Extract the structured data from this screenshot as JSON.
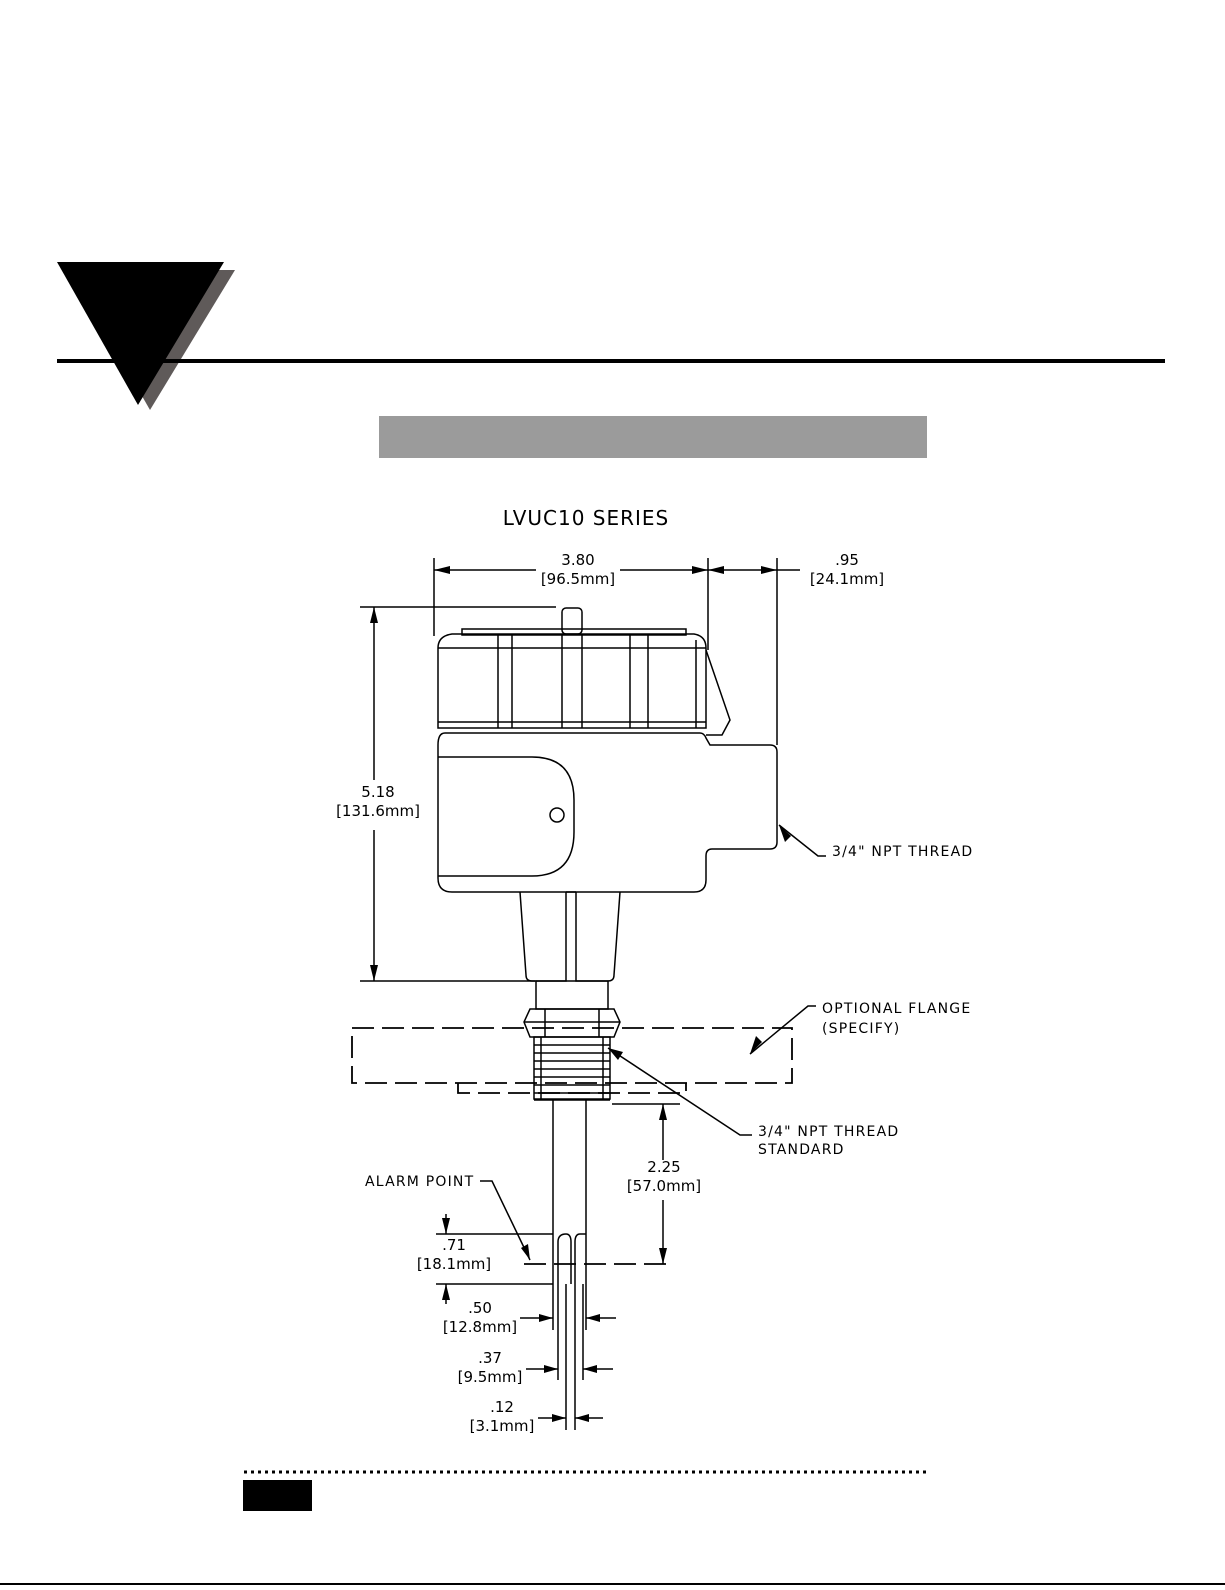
{
  "colors": {
    "ink": "#000000",
    "logo_shadow": "#5f5a59",
    "section_bar": "#9b9b9b",
    "page_tab": "#000000"
  },
  "icons": {
    "logo": "inverted-triangle-logo-icon"
  },
  "drawing": {
    "title": "LVUC10 SERIES",
    "dims": {
      "width_in": "3.80",
      "width_mm": "[96.5mm]",
      "offset_in": ".95",
      "offset_mm": "[24.1mm]",
      "height_in": "5.18",
      "height_mm": "[131.6mm]",
      "probe_in": "2.25",
      "probe_mm": "[57.0mm]",
      "alarm_in": ".71",
      "alarm_mm": "[18.1mm]",
      "d50_in": ".50",
      "d50_mm": "[12.8mm]",
      "d37_in": ".37",
      "d37_mm": "[9.5mm]",
      "d12_in": ".12",
      "d12_mm": "[3.1mm]"
    },
    "callouts": {
      "npt_side": "3/4\" NPT THREAD",
      "flange_1": "OPTIONAL FLANGE",
      "flange_2": "(SPECIFY)",
      "npt_std_1": "3/4\" NPT THREAD",
      "npt_std_2": "STANDARD",
      "alarm_point": "ALARM POINT"
    }
  }
}
